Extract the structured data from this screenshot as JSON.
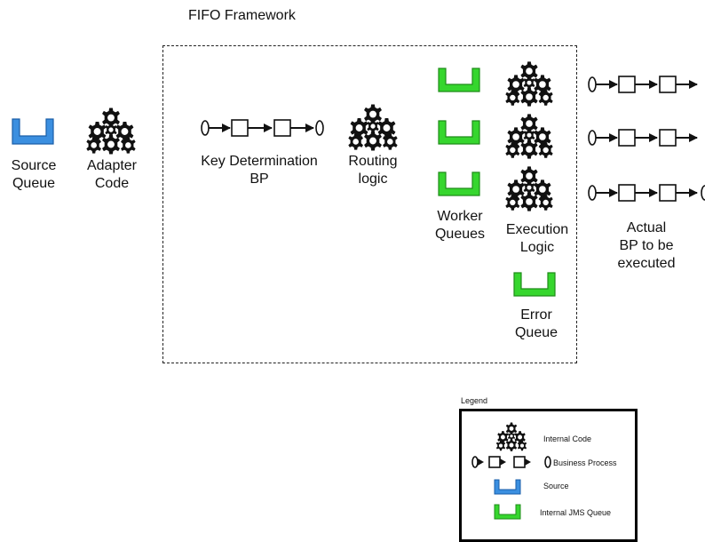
{
  "title": "FIFO Framework",
  "nodes": {
    "source_queue": [
      "Source",
      "Queue"
    ],
    "adapter_code": [
      "Adapter",
      "Code"
    ],
    "key_determination": [
      "Key Determination",
      "BP"
    ],
    "routing_logic": [
      "Routing",
      "logic"
    ],
    "worker_queues": [
      "Worker",
      "Queues"
    ],
    "execution_logic": [
      "Execution",
      "Logic"
    ],
    "error_queue": [
      "Error",
      "Queue"
    ],
    "actual_bp": [
      "Actual",
      "BP to be",
      "executed"
    ]
  },
  "legend": {
    "title": "Legend",
    "items": [
      {
        "label": "Internal Code",
        "icon": "gear-cluster-icon"
      },
      {
        "label": "Business Process",
        "icon": "business-process-icon"
      },
      {
        "label": "Source",
        "icon": "source-queue-icon"
      },
      {
        "label": "Internal JMS Queue",
        "icon": "jms-queue-icon"
      }
    ]
  },
  "colors": {
    "source_queue": "#3b8fe0",
    "jms_queue": "#36d62e",
    "ink": "#111111"
  }
}
